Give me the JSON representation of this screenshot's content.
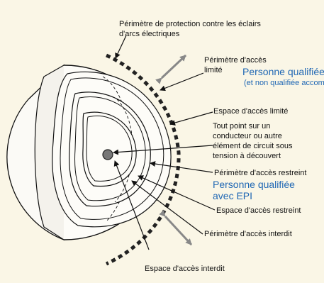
{
  "labels": {
    "arc_flash_line1": "Périmètre de protection contre les éclairs",
    "arc_flash_line2": "d'arcs électriques",
    "limited_perimeter_line1": "Périmètre d'accès",
    "limited_perimeter_line2": "limité",
    "qualified_person": "Personne qualifiée",
    "qualified_person_note": "(et non qualifiée accompagnée)",
    "limited_space": "Espace d'accès limité",
    "conductor_line1": "Tout point sur un",
    "conductor_line2": "conducteur ou autre",
    "conductor_line3": "élément de circuit sous",
    "conductor_line4": "tension à découvert",
    "restricted_perimeter": "Périmètre d'accès restreint",
    "qualified_ppe_line1": "Personne qualifiée",
    "qualified_ppe_line2": "avec EPI",
    "restricted_space": "Espace d'accès restreint",
    "prohibited_perimeter": "Périmètre d'accès interdit",
    "prohibited_space": "Espace d'accès interdit"
  },
  "colors": {
    "background": "#faf6e6",
    "blue_text": "#1f67b4",
    "line": "#111111",
    "arrow_gray": "#888888"
  }
}
